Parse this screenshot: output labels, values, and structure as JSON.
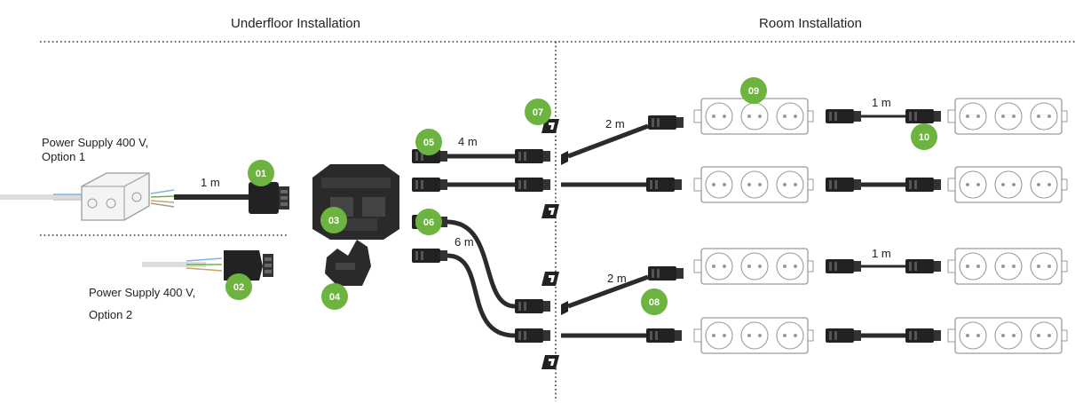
{
  "sections": {
    "underfloor": "Underfloor Installation",
    "room": "Room Installation"
  },
  "captions": {
    "supply1_line1": "Power Supply 400 V,",
    "supply1_line2": "Option 1",
    "supply2_line1": "Power Supply 400 V,",
    "supply2_line2": "Option 2"
  },
  "cable_labels": {
    "feed_1m": "1 m",
    "cable_4m": "4 m",
    "cable_6m": "6 m",
    "upper_2m": "2 m",
    "lower_2m": "2 m",
    "upper_link_1m": "1 m",
    "lower_link_1m": "1 m"
  },
  "badges": {
    "b01": "01",
    "b02": "02",
    "b03": "03",
    "b04": "04",
    "b05": "05",
    "b06": "06",
    "b07": "07",
    "b08": "08",
    "b09": "09",
    "b10": "10"
  },
  "colors": {
    "accent_green": "#6db33f",
    "cable_dark": "#2b2b2b",
    "strip_outline": "#9a9a9a"
  }
}
